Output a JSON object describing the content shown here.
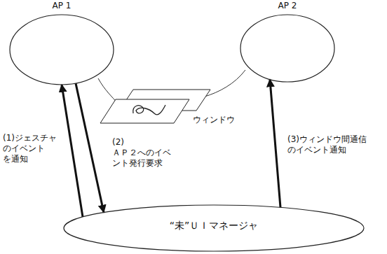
{
  "diagram": {
    "nodes": [
      {
        "text": [
          "AP 1"
        ]
      },
      {
        "text": [
          "AP 2"
        ]
      },
      {
        "text": [
          "“未”ＵＩマネージャ"
        ]
      }
    ],
    "edges": [
      {
        "from": 2,
        "to": 0,
        "arrow": "to",
        "label": "(1)ジェスチャ のイベント を通知"
      },
      {
        "from": 0,
        "to": 2,
        "arrow": "to",
        "label": "(2)ＡＰ２へのイベ ント発行要求"
      },
      {
        "from": 2,
        "to": 1,
        "arrow": "to",
        "label": "(3)ウィンドウ間通信 のイベント通知"
      }
    ],
    "labels": [
      "ウィンドウ"
    ]
  }
}
